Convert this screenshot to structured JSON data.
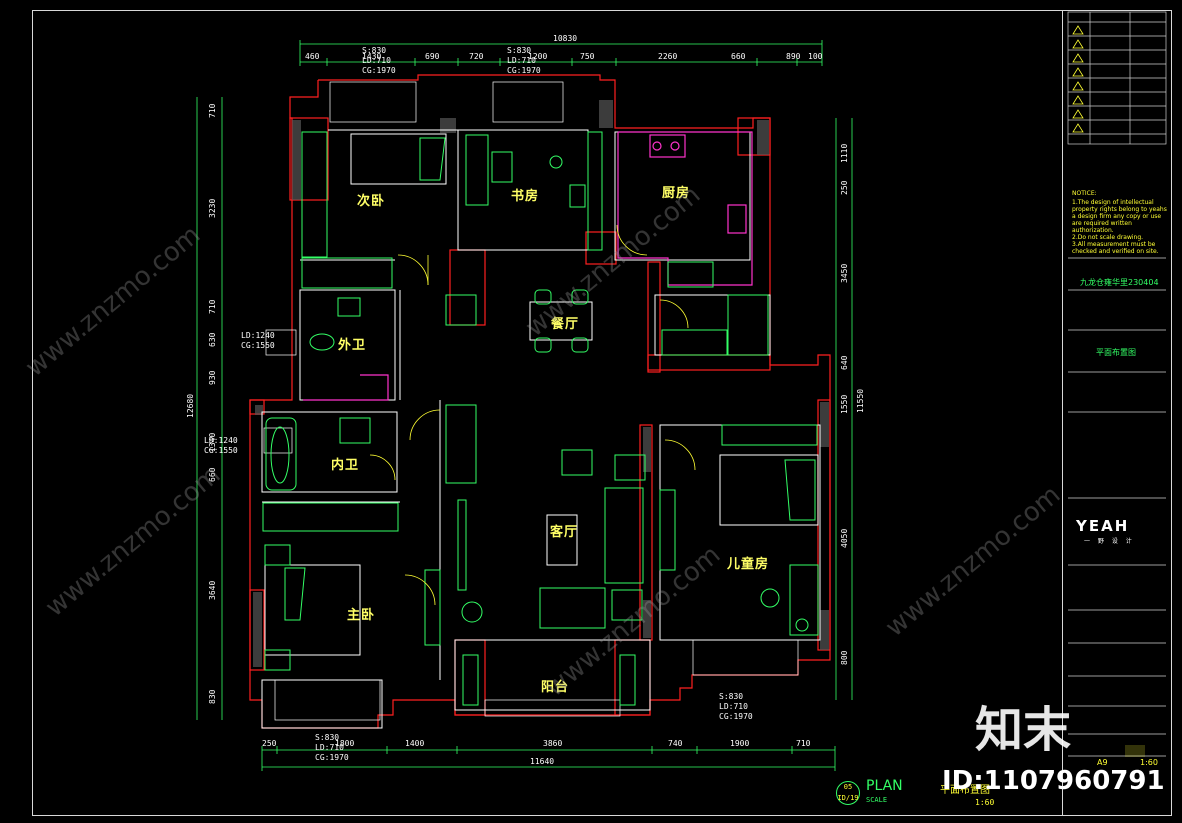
{
  "rooms": {
    "second_bedroom": "次卧",
    "study": "书房",
    "kitchen": "厨房",
    "dining": "餐厅",
    "outer_bath": "外卫",
    "inner_bath": "内卫",
    "living": "客厅",
    "kids_room": "儿童房",
    "master_bedroom": "主卧",
    "balcony": "阳台"
  },
  "window_notes": {
    "top_left": [
      "S:830",
      "LD:710",
      "CG:1970"
    ],
    "top_mid": [
      "S:830",
      "LD:710",
      "CG:1970"
    ],
    "bottom_left": [
      "S:830",
      "LD:710",
      "CG:1970"
    ],
    "bottom_right": [
      "S:830",
      "LD:710",
      "CG:1970"
    ],
    "left_upper": [
      "LD:1240",
      "CG:1550"
    ],
    "left_lower": [
      "LD:1240",
      "CG:1550"
    ]
  },
  "dims": {
    "top_total": "10830",
    "top": [
      "460",
      "1430",
      "690",
      "720",
      "1200",
      "750",
      "2260",
      "660",
      "890",
      "100"
    ],
    "bottom_total": "11640",
    "bottom": [
      "250",
      "1800",
      "1400",
      "3860",
      "740",
      "1900",
      "710"
    ],
    "left_total": "12680",
    "left": [
      "710",
      "3230",
      "710",
      "630",
      "930",
      "1340",
      "660",
      "3640",
      "830"
    ],
    "right": [
      "1110",
      "250",
      "3450",
      "640",
      "1550",
      "4050",
      "800"
    ],
    "right_total": "11550"
  },
  "title_block": {
    "project_name": "九龙仓雍华里230404",
    "drawing_name": "平面布置图",
    "notice_label": "NOTICE:",
    "notice_lines": [
      "1.The design of intellectual",
      "property rights belong to yeahs",
      "a design firm any copy or use",
      "are required written",
      "authorization.",
      "2.Do not scale drawing.",
      "3.All measurement must be",
      "checked and verified on site."
    ],
    "firm_logo": "YEAH",
    "firm_sub": "一 野 设 计",
    "sheet_no": "A9",
    "scale_label": "1:60"
  },
  "plan_label": {
    "circle_top": "05",
    "circle_bottom": "ID/19",
    "title_en": "PLAN",
    "title_cn": "平面布置图",
    "subtitle": "SCALE",
    "scale": "1:60"
  },
  "watermark": {
    "logo": "知末",
    "id_text": "ID:1107960791",
    "site": "www.znzmo.com"
  },
  "colors": {
    "background": "#000000",
    "wall_red": "#ff2020",
    "furniture_white": "#ffffff",
    "green": "#33ff66",
    "magenta": "#ff33cc",
    "yellow_text": "#ffff33"
  }
}
